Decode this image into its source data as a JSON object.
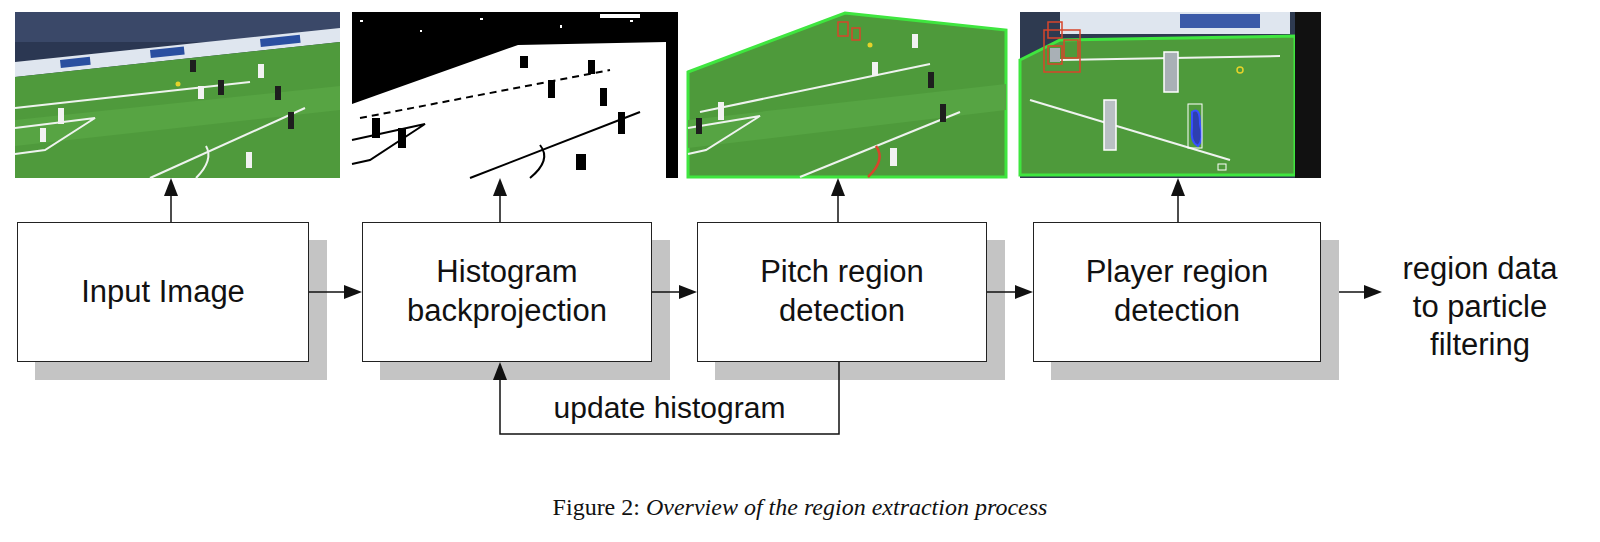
{
  "diagram": {
    "caption": "Figure 2: Overview of the region extraction process",
    "nodes": [
      {
        "text": [
          "Input Image"
        ]
      },
      {
        "text": [
          "Histogram backprojection"
        ]
      },
      {
        "text": [
          "Pitch region detection"
        ]
      },
      {
        "text": [
          "Player region detection"
        ]
      }
    ],
    "edges": [
      {
        "from": 0,
        "to": 1,
        "arrow": "to"
      },
      {
        "from": 1,
        "to": 2,
        "arrow": "to"
      },
      {
        "from": 2,
        "to": 3,
        "arrow": "to"
      },
      {
        "from": 2,
        "to": 1,
        "label": "update histogram",
        "arrow": "to"
      }
    ],
    "labels": [
      "region data to particle filtering"
    ]
  }
}
